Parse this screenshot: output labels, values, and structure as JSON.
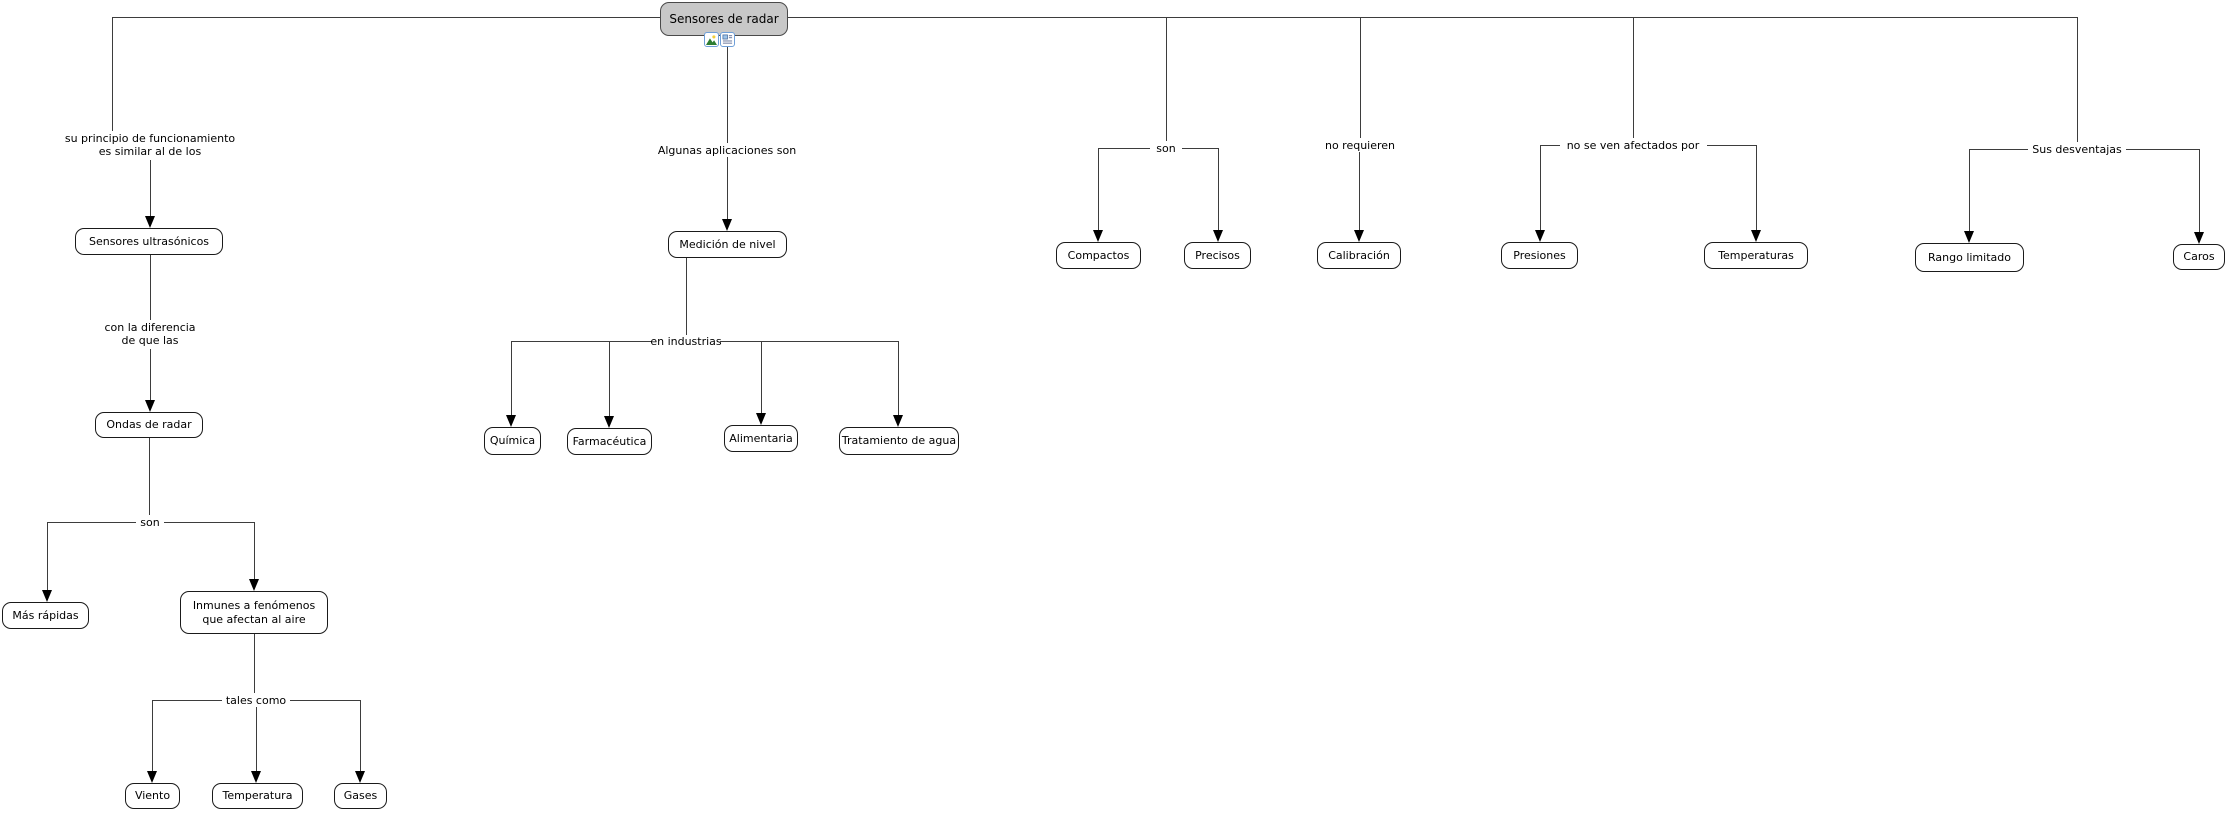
{
  "map_title": "Sensores de radar",
  "colors": {
    "root_fill": "#c8c8c8",
    "concept_fill": "#ffffff",
    "border": "#1a1a1a",
    "line": "#3d3d3d",
    "resource_icon_border": "#6f9fd8"
  },
  "root": {
    "label": "Sensores de radar",
    "icons": [
      {
        "name": "image-resource-icon"
      },
      {
        "name": "text-resource-icon"
      }
    ]
  },
  "links": {
    "principio": "su principio de funcionamiento\nes similar al de los",
    "diferencia": "con la diferencia\nde que las",
    "son_left": "son",
    "tales_como": "tales como",
    "aplicaciones": "Algunas aplicaciones son",
    "en_industrias": "en industrias",
    "son_right": "son",
    "no_requieren": "no requieren",
    "no_afectados": "no se ven afectados por",
    "desventajas": "Sus desventajas"
  },
  "concepts": {
    "sensores_ultrasonicos": "Sensores ultrasónicos",
    "ondas_radar": "Ondas de radar",
    "mas_rapidas": "Más rápidas",
    "inmunes": "Inmunes a fenómenos\nque afectan al aire",
    "viento": "Viento",
    "temperatura": "Temperatura",
    "gases": "Gases",
    "medicion_nivel": "Medición de nivel",
    "quimica": "Química",
    "farmaceutica": "Farmacéutica",
    "alimentaria": "Alimentaria",
    "tratamiento_agua": "Tratamiento de agua",
    "compactos": "Compactos",
    "precisos": "Precisos",
    "calibracion": "Calibración",
    "presiones": "Presiones",
    "temperaturas": "Temperaturas",
    "rango_limitado": "Rango limitado",
    "caros": "Caros"
  }
}
